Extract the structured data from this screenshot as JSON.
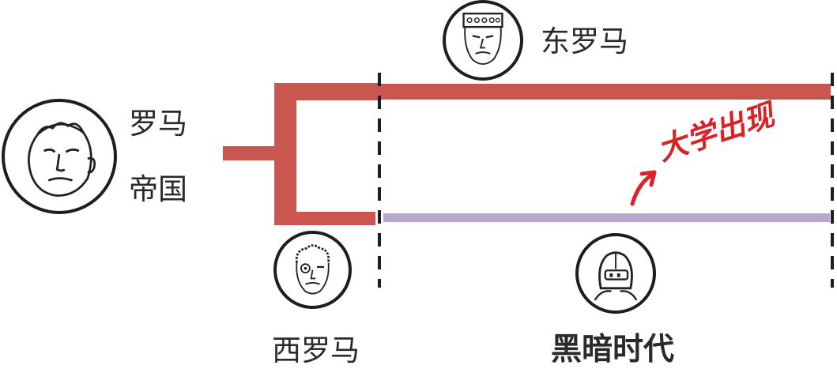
{
  "labels": {
    "roman_empire_line1": "罗马",
    "roman_empire_line2": "帝国",
    "eastern_rome": "东罗马",
    "western_rome": "西罗马",
    "dark_ages": "黑暗时代",
    "universities_appear": "大学出现"
  },
  "colors": {
    "roman_line": "#c9564f",
    "west_line": "#b7a8cf",
    "annotation": "#d8232a",
    "divider": "#1e1e1e",
    "text": "#2a2a2a"
  },
  "icons": {
    "roman_empire_portrait": "face-portrait-icon",
    "eastern_rome_portrait": "emperor-crown-portrait-icon",
    "western_rome_portrait": "curly-hair-portrait-icon",
    "dark_ages_portrait": "knight-helmet-icon",
    "annotation_arrow": "arrow-icon"
  }
}
